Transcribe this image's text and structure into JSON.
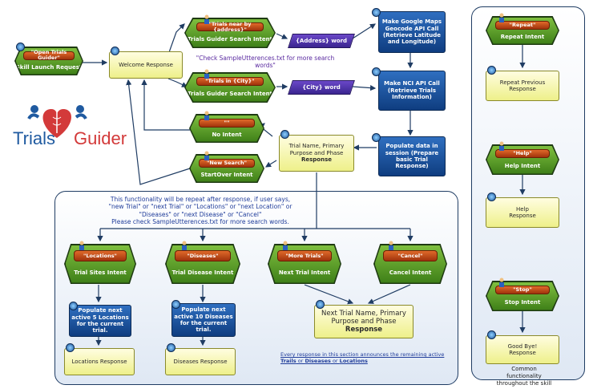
{
  "colors": {
    "line": "#1f3c63",
    "intent_green": "#3e7f18",
    "pill_orange": "#c44a17",
    "response_yellow": "#eef08a",
    "api_blue": "#0f3d80",
    "slot_purple": "#4a30a8",
    "logo_red": "#d33a3a",
    "logo_blue": "#1f5aa0"
  },
  "logo": {
    "left": "Trials",
    "right": "Guider"
  },
  "nodes": {
    "open": {
      "utterance": "\"Open Trials Guider\"",
      "intent": "Skill Launch Request"
    },
    "welcome": "Welcome Response",
    "near": {
      "utterance": "\"Trials near by {address}\"",
      "intent": "Trials Guider Search Intent"
    },
    "city": {
      "utterance": "\"Trials in {City}\"",
      "intent": "Trials Guider Search Intent"
    },
    "address_slot": "{Address} word",
    "city_slot": "{City} word",
    "no_intent": {
      "utterance": "\"\"",
      "intent": "No Intent"
    },
    "new_search": {
      "utterance": "\"New Search\"",
      "intent": "StartOver Intent"
    },
    "geocode": "Make Google Maps Geocode API Call (Retrieve Latitude and Longitude)",
    "nci": "Make NCI API Call (Retrieve Trials Information)",
    "populate": "Populate data in session (Prepare basic Trial Response)",
    "trial_resp": {
      "text": "Trial Name, Primary Purpose and Phase ",
      "bold": "Response"
    },
    "locations": {
      "utterance": "\"Locations\"",
      "intent": "Trial Sites Intent"
    },
    "diseases": {
      "utterance": "\"Diseases\"",
      "intent": "Trial Disease Intent"
    },
    "more": {
      "utterance": "\"More Trials\"",
      "intent": "Next Trial Intent"
    },
    "cancel": {
      "utterance": "\"Cancel\"",
      "intent": "Cancel Intent"
    },
    "pop_loc": "Populate next active  5 Locations  for the current trial.",
    "pop_dis": "Populate next active  10 Diseases for the current trial.",
    "loc_resp": "Locations Response",
    "dis_resp": "Diseases Response",
    "next_resp": {
      "text": "Next Trial Name, Primary Purpose and Phase",
      "bold": "Response"
    },
    "repeat": {
      "utterance": "\"Repeat\"",
      "intent": "Repeat Intent",
      "response": "Repeat Previous Response"
    },
    "help": {
      "utterance": "\"Help\"",
      "intent": "Help Intent",
      "response": "Help Response"
    },
    "stop": {
      "utterance": "\"Stop\"",
      "intent": "Stop Intent",
      "response": "Good Bye! Response"
    }
  },
  "notes": {
    "sample": "\"Check SampleUtterences.txt for more search words\"",
    "repeat_1": "This functionality will be repeat after response, if user says,",
    "repeat_2": "\"new Trial\" or \"next Trial\" or \"Locations\" or \"next Location\" or",
    "repeat_3": "\"Diseases\" or \"next Disease\" or \"Cancel\"",
    "repeat_4": "Please check SampleUtterences.txt for more search words.",
    "every_1": "Every response in this section announces the remaining active",
    "every_trails": "Trails",
    "every_or1": " or ",
    "every_diseases": "Diseases",
    "every_or2": " or ",
    "every_locations": "Locations",
    "common": "Common functionality throughout the skill"
  }
}
